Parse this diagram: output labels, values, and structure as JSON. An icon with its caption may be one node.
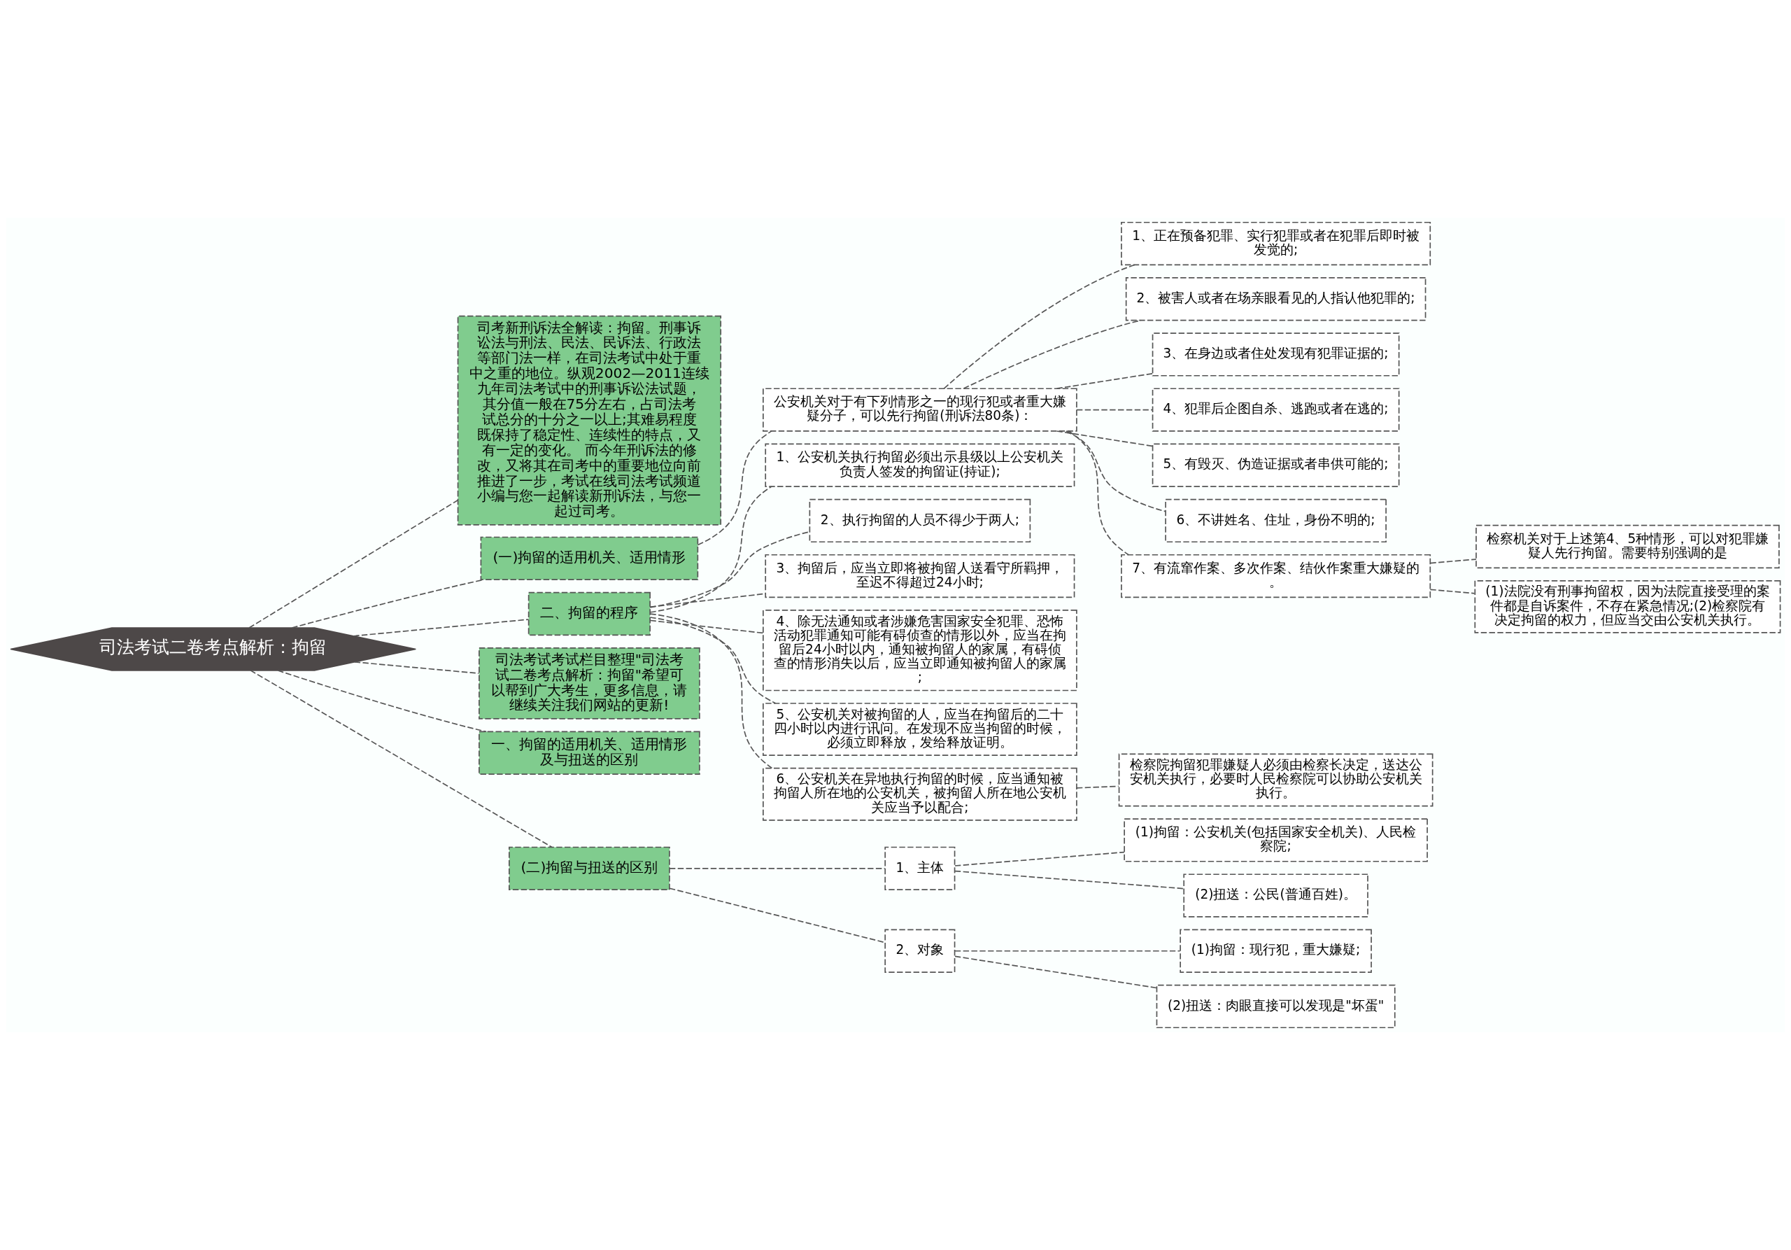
{
  "diagram": {
    "nodes": [
      {
        "text": [
          "司法考试二卷考点解析：拘留"
        ]
      },
      {
        "text": [
          "司考新刑诉法全解读：拘留。刑事诉讼法与刑法、民法、民诉法、行政法等部门法一样，在司法考试中处于重中之重的地位。纵观2002—2011连续九年司法考试中的刑事诉讼法试题，其分值一般在75分左右，占司法考试总分的十分之一以上;其难易程度既保持了稳定性、连续性的特点，又有一定的变化。 而今年刑诉法的修改，又将其在司考中的重要地位向前推进了一步，考试在线司法考试频道小编与您一起解读新刑诉法，与您一起过司考。"
        ]
      },
      {
        "text": [
          "(一)拘留的适用机关、适用情形"
        ]
      },
      {
        "text": [
          "公安机关对于有下列情形之一的现行犯或者重大嫌疑分子，可以先行拘留(刑诉法80条)："
        ]
      },
      {
        "text": [
          "1、正在预备犯罪、实行犯罪或者在犯罪后即时被发觉的;"
        ]
      },
      {
        "text": [
          "2、被害人或者在场亲眼看见的人指认他犯罪的;"
        ]
      },
      {
        "text": [
          "3、在身边或者住处发现有犯罪证据的;"
        ]
      },
      {
        "text": [
          "4、犯罪后企图自杀、逃跑或者在逃的;"
        ]
      },
      {
        "text": [
          "5、有毁灭、伪造证据或者串供可能的;"
        ]
      },
      {
        "text": [
          "6、不讲姓名、住址，身份不明的;"
        ]
      },
      {
        "text": [
          "7、有流窜作案、多次作案、结伙作案重大嫌疑的。"
        ]
      },
      {
        "text": [
          "检察机关对于上述第4、5种情形，可以对犯罪嫌疑人先行拘留。需要特别强调的是"
        ]
      },
      {
        "text": [
          "(1)法院没有刑事拘留权，因为法院直接受理的案件都是自诉案件，不存在紧急情况;(2)检察院有决定拘留的权力，但应当交由公安机关执行。"
        ]
      },
      {
        "text": [
          "二、拘留的程序"
        ]
      },
      {
        "text": [
          "1、公安机关执行拘留必须出示县级以上公安机关负责人签发的拘留证(持证);"
        ]
      },
      {
        "text": [
          "2、执行拘留的人员不得少于两人;"
        ]
      },
      {
        "text": [
          "3、拘留后，应当立即将被拘留人送看守所羁押，至迟不得超过24小时;"
        ]
      },
      {
        "text": [
          "4、除无法通知或者涉嫌危害国家安全犯罪、恐怖活动犯罪通知可能有碍侦查的情形以外，应当在拘留后24小时以内，通知被拘留人的家属，有碍侦查的情形消失以后，应当立即通知被拘留人的家属;"
        ]
      },
      {
        "text": [
          "5、公安机关对被拘留的人，应当在拘留后的二十四小时以内进行讯问。在发现不应当拘留的时候，必须立即释放，发给释放证明。"
        ]
      },
      {
        "text": [
          "6、公安机关在异地执行拘留的时候，应当通知被拘留人所在地的公安机关，被拘留人所在地公安机关应当予以配合;"
        ]
      },
      {
        "text": [
          "检察院拘留犯罪嫌疑人必须由检察长决定，送达公安机关执行，必要时人民检察院可以协助公安机关执行。"
        ]
      },
      {
        "text": [
          "司法考试考试栏目整理\"司法考试二卷考点解析：拘留\"希望可以帮到广大考生，更多信息，请继续关注我们网站的更新!"
        ]
      },
      {
        "text": [
          "一、拘留的适用机关、适用情形及与扭送的区别"
        ]
      },
      {
        "text": [
          "(二)拘留与扭送的区别"
        ]
      },
      {
        "text": [
          "1、主体"
        ]
      },
      {
        "text": [
          "(1)拘留：公安机关(包括国家安全机关)、人民检察院;"
        ]
      },
      {
        "text": [
          "(2)扭送：公民(普通百姓)。"
        ]
      },
      {
        "text": [
          "2、对象"
        ]
      },
      {
        "text": [
          "(1)拘留：现行犯，重大嫌疑;"
        ]
      },
      {
        "text": [
          "(2)扭送：肉眼直接可以发现是\"坏蛋\""
        ]
      }
    ],
    "edges": [
      {
        "from": 0,
        "to": 1,
        "arrow": "none"
      },
      {
        "from": 0,
        "to": 2,
        "arrow": "none"
      },
      {
        "from": 2,
        "to": 3,
        "arrow": "none"
      },
      {
        "from": 3,
        "to": 4,
        "arrow": "none"
      },
      {
        "from": 3,
        "to": 5,
        "arrow": "none"
      },
      {
        "from": 3,
        "to": 6,
        "arrow": "none"
      },
      {
        "from": 3,
        "to": 7,
        "arrow": "none"
      },
      {
        "from": 3,
        "to": 8,
        "arrow": "none"
      },
      {
        "from": 3,
        "to": 9,
        "arrow": "none"
      },
      {
        "from": 3,
        "to": 10,
        "arrow": "none"
      },
      {
        "from": 10,
        "to": 11,
        "arrow": "none"
      },
      {
        "from": 10,
        "to": 12,
        "arrow": "none"
      },
      {
        "from": 0,
        "to": 13,
        "arrow": "none"
      },
      {
        "from": 13,
        "to": 14,
        "arrow": "none"
      },
      {
        "from": 13,
        "to": 15,
        "arrow": "none"
      },
      {
        "from": 13,
        "to": 16,
        "arrow": "none"
      },
      {
        "from": 13,
        "to": 17,
        "arrow": "none"
      },
      {
        "from": 13,
        "to": 18,
        "arrow": "none"
      },
      {
        "from": 13,
        "to": 19,
        "arrow": "none"
      },
      {
        "from": 19,
        "to": 20,
        "arrow": "none"
      },
      {
        "from": 0,
        "to": 21,
        "arrow": "none"
      },
      {
        "from": 0,
        "to": 22,
        "arrow": "none"
      },
      {
        "from": 0,
        "to": 23,
        "arrow": "none"
      },
      {
        "from": 23,
        "to": 24,
        "arrow": "none"
      },
      {
        "from": 24,
        "to": 25,
        "arrow": "none"
      },
      {
        "from": 24,
        "to": 26,
        "arrow": "none"
      },
      {
        "from": 23,
        "to": 27,
        "arrow": "none"
      },
      {
        "from": 27,
        "to": 28,
        "arrow": "none"
      },
      {
        "from": 27,
        "to": 29,
        "arrow": "none"
      }
    ]
  }
}
